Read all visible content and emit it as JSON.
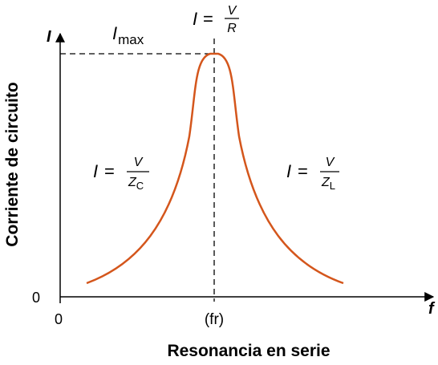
{
  "diagram": {
    "y_axis_symbol": "I",
    "x_axis_symbol": "f",
    "y_axis_label": "Corriente de circuito",
    "x_axis_title": "Resonancia en serie",
    "y_zero_label": "0",
    "x_zero_label": "0",
    "resonance_tick_label": "(fr)",
    "imax_label": {
      "symbol": "I",
      "subscript": "max"
    },
    "peak_formula": {
      "lhs": "I",
      "eq": "=",
      "numerator": "V",
      "denominator": "R"
    },
    "left_formula": {
      "lhs": "I",
      "eq": "=",
      "numerator": "V",
      "denominator": "Z",
      "denominator_sub": "C"
    },
    "right_formula": {
      "lhs": "I",
      "eq": "=",
      "numerator": "V",
      "denominator": "Z",
      "denominator_sub": "L"
    },
    "colors": {
      "curve": "#d4561c",
      "axis": "#000000",
      "guides": "#000000",
      "text": "#000000"
    }
  }
}
